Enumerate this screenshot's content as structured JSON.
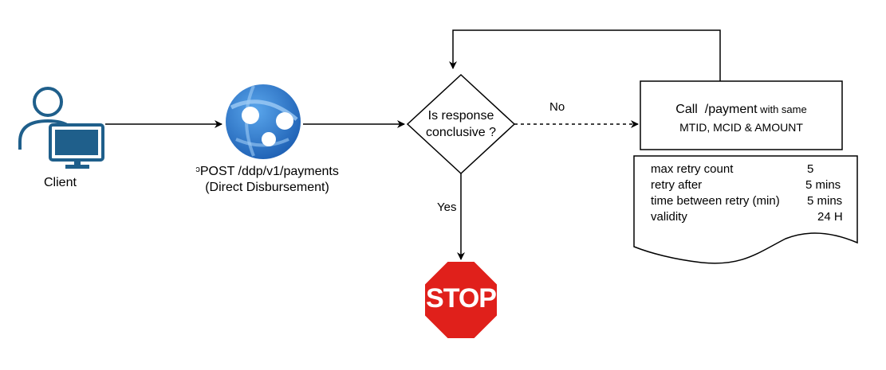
{
  "client": {
    "label": "Client"
  },
  "api": {
    "line1": "ᵓPOST /ddp/v1/payments",
    "line2": "(Direct Disbursement)"
  },
  "decision": {
    "line1": "Is response",
    "line2": "conclusive ?",
    "no_label": "No",
    "yes_label": "Yes"
  },
  "retry_call": {
    "line1_a": "Call  /payment",
    "line1_b": " with same",
    "line2": "MTID, MCID & AMOUNT"
  },
  "retry_config": {
    "rows": [
      {
        "key": "max retry count",
        "value": "5"
      },
      {
        "key": "retry after",
        "value": "5 mins"
      },
      {
        "key": "time between retry (min)",
        "value": "5 mins"
      },
      {
        "key": "validity",
        "value": "24 H"
      }
    ]
  },
  "stop": {
    "text": "STOP"
  },
  "colors": {
    "icon_blue": "#1F5F8B",
    "globe_blue": "#2B7CD3",
    "stop_red": "#E0201B",
    "line": "#000000"
  }
}
